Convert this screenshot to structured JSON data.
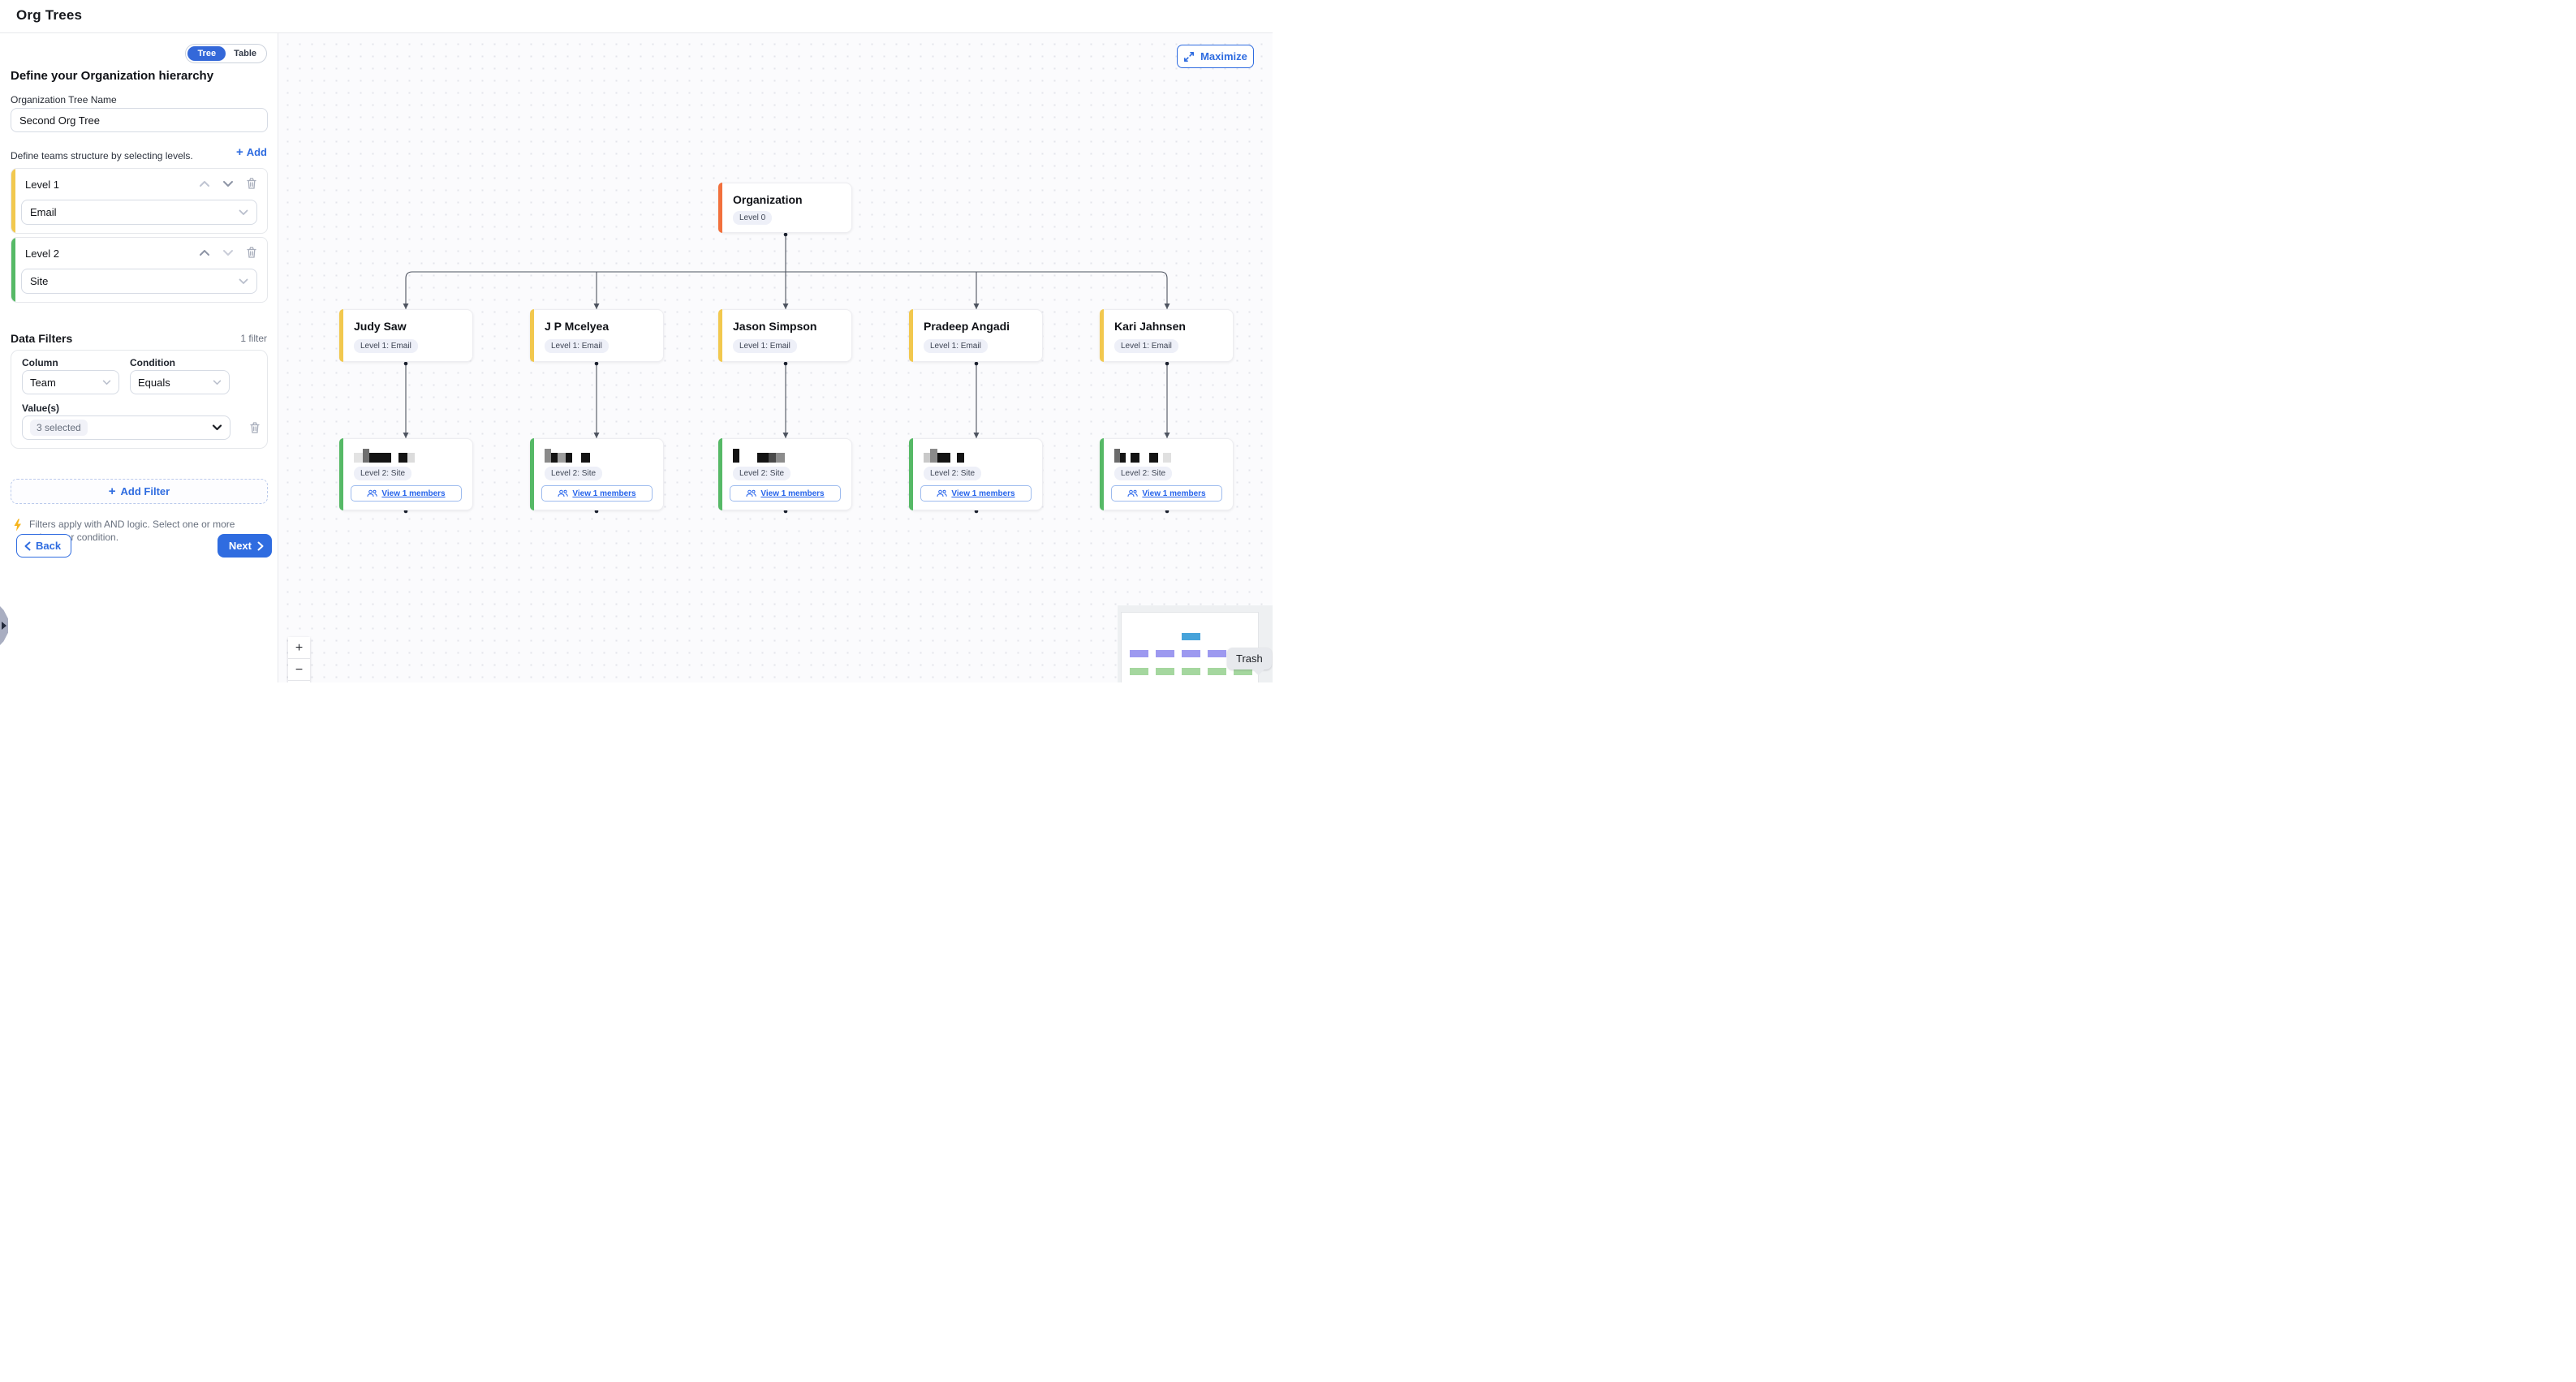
{
  "header": {
    "title": "Org Trees"
  },
  "sidebar": {
    "view_toggle": {
      "tree": "Tree",
      "table": "Table"
    },
    "heading": "Define your Organization hierarchy",
    "tree_name": {
      "label": "Organization Tree Name",
      "value": "Second Org Tree"
    },
    "levels_section": {
      "hint": "Define teams structure by selecting levels.",
      "add_label": "Add",
      "plus": "+"
    },
    "levels": [
      {
        "label": "Level 1",
        "value": "Email",
        "accent": "#f2c84e"
      },
      {
        "label": "Level 2",
        "value": "Site",
        "accent": "#56b966"
      }
    ],
    "filters_section": {
      "title": "Data Filters",
      "count_label": "1 filter",
      "filter": {
        "column_label": "Column",
        "column_value": "Team",
        "condition_label": "Condition",
        "condition_value": "Equals",
        "values_label": "Value(s)",
        "values_value": "3 selected"
      },
      "add_filter_label": "Add Filter",
      "add_filter_plus": "+",
      "note": "Filters apply with AND logic. Select one or more values per condition."
    },
    "back_label": "Back",
    "next_label": "Next"
  },
  "canvas": {
    "maximize_label": "Maximize",
    "root": {
      "name": "Organization",
      "badge": "Level 0",
      "accent": "#f2703c"
    },
    "level1_accent": "#f2c84e",
    "level2_accent": "#56b966",
    "level1_badge": "Level 1: Email",
    "level2_badge": "Level 2: Site",
    "members_label": "View 1 members",
    "people": [
      "Judy Saw",
      "J P Mcelyea",
      "Jason Simpson",
      "Pradeep Angadi",
      "Kari Jahnsen"
    ],
    "child_names_redacted": true,
    "zoom_in": "+",
    "zoom_out": "−",
    "tooltip": "Trash"
  },
  "colors": {
    "primary_blue": "#2f6ce0",
    "toggle_blue": "#3468d9",
    "accent_orange": "#f2703c",
    "accent_yellow": "#f2c84e",
    "accent_green": "#56b966",
    "edge_gray": "#4e5460",
    "muted_text": "#6b7280",
    "minimap_blue": "#47a3da",
    "minimap_purple": "#9d99f0",
    "minimap_green": "#a5d79f"
  }
}
